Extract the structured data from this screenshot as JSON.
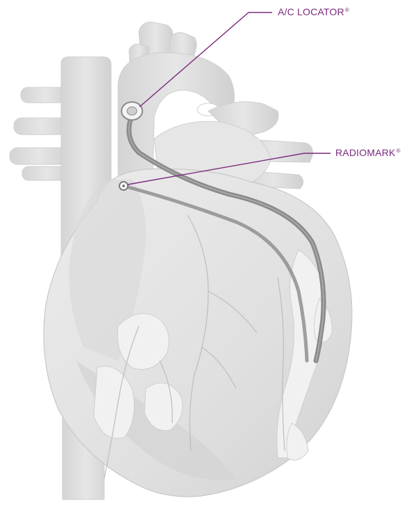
{
  "colors": {
    "accent": "#7a2a7d",
    "heart_fill": "#e3e3e3",
    "heart_shadow": "#cfcfcf",
    "vessel_fill": "#d9d9d9",
    "catheter": "#8a8a8a",
    "background": "#ffffff"
  },
  "labels": {
    "ac_locator": {
      "text": "A/C LOCATOR",
      "mark": "®"
    },
    "radiomark": {
      "text": "RADIOMARK",
      "mark": "®"
    }
  },
  "illustration": {
    "subject": "heart-anatomy",
    "components": [
      "aorta",
      "superior-vena-cava",
      "pulmonary-trunk",
      "heart",
      "coronary-vessels",
      "graft-catheter",
      "ac-locator-ring",
      "radiomark-marker"
    ]
  }
}
